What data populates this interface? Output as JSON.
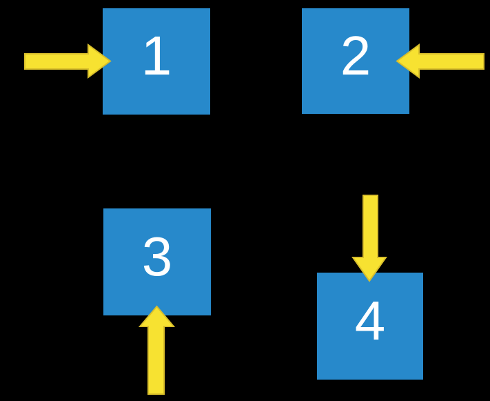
{
  "colors": {
    "background": "#000000",
    "square_fill": "#2789CB",
    "label_text": "#FFFFFF",
    "arrow_fill": "#F7E231",
    "arrow_outline": "#D9BF2B"
  },
  "squares": [
    {
      "label": "1",
      "arrow_direction": "arrow-points-right-into-left-side"
    },
    {
      "label": "2",
      "arrow_direction": "arrow-points-left-into-right-side"
    },
    {
      "label": "3",
      "arrow_direction": "arrow-points-up-into-bottom-side"
    },
    {
      "label": "4",
      "arrow_direction": "arrow-points-down-into-top-side"
    }
  ]
}
